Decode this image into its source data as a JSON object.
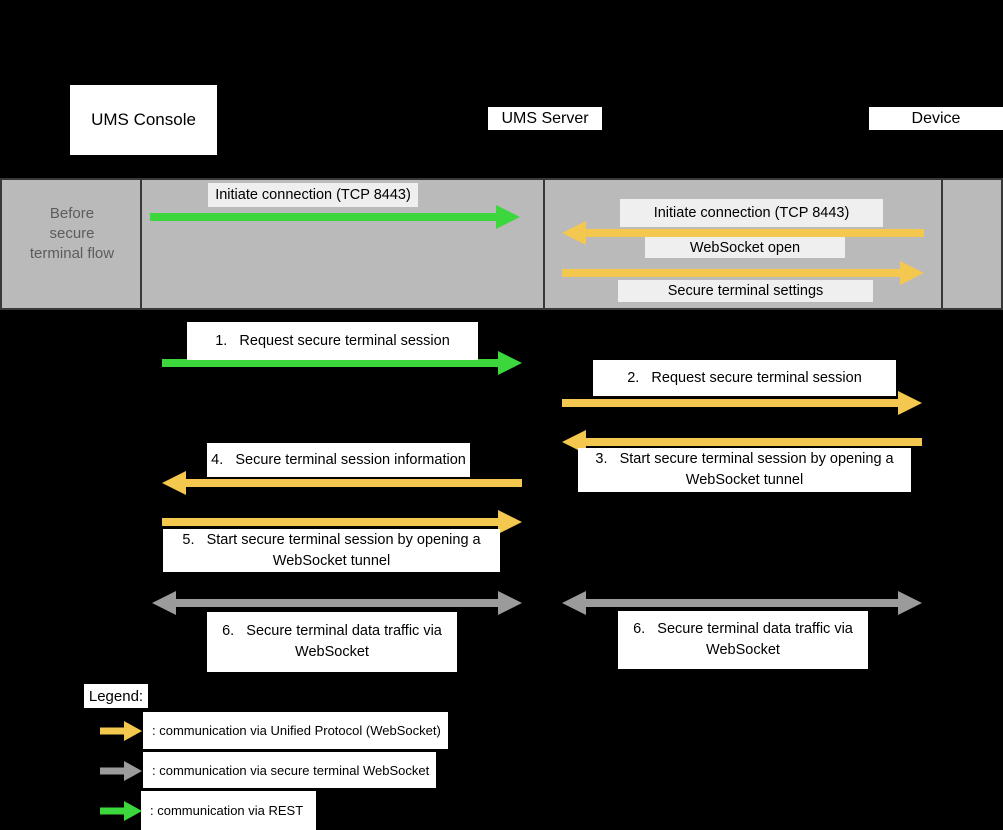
{
  "colors": {
    "background": "#000000",
    "box_bg": "#ffffff",
    "band_bg": "#bababa",
    "band_label_bg": "#efefef",
    "band_text": "#5c5c5c",
    "line": "#383838",
    "green": "#3cd73c",
    "orange": "#f4c74f",
    "gray": "#9b9b9b"
  },
  "actors": {
    "console": "UMS Console",
    "server": "UMS Server",
    "device": "Device"
  },
  "band": {
    "label": "Before secure terminal flow",
    "messages": [
      {
        "text": "Initiate connection (TCP 8443)",
        "arrow": "green",
        "direction": "right"
      },
      {
        "text": "Initiate connection (TCP 8443)",
        "arrow": "orange",
        "direction": "left"
      },
      {
        "text": "WebSocket open",
        "arrow": "orange",
        "direction": "left"
      },
      {
        "text": "Secure terminal settings",
        "arrow": "orange",
        "direction": "right"
      }
    ]
  },
  "steps": [
    {
      "text": "1.   Request secure terminal session",
      "arrow": "green",
      "direction": "right"
    },
    {
      "text": "2.   Request secure terminal session",
      "arrow": "orange",
      "direction": "right"
    },
    {
      "text": "3.   Start secure terminal session by opening a WebSocket tunnel",
      "arrow": "orange",
      "direction": "left"
    },
    {
      "text": "4.   Secure terminal session information",
      "arrow": "orange",
      "direction": "left"
    },
    {
      "text": "5.   Start secure terminal session by opening a WebSocket tunnel",
      "arrow": "orange",
      "direction": "right"
    },
    {
      "text": "6.   Secure terminal data traffic via WebSocket",
      "arrow": "gray",
      "direction": "both"
    },
    {
      "text": "6.   Secure terminal data traffic via WebSocket",
      "arrow": "gray",
      "direction": "both"
    }
  ],
  "legend": {
    "title": "Legend:",
    "items": [
      {
        "text": ": communication via Unified Protocol (WebSocket)",
        "arrow": "orange"
      },
      {
        "text": ": communication via secure terminal WebSocket",
        "arrow": "gray"
      },
      {
        "text": ": communication via REST",
        "arrow": "green"
      }
    ]
  }
}
